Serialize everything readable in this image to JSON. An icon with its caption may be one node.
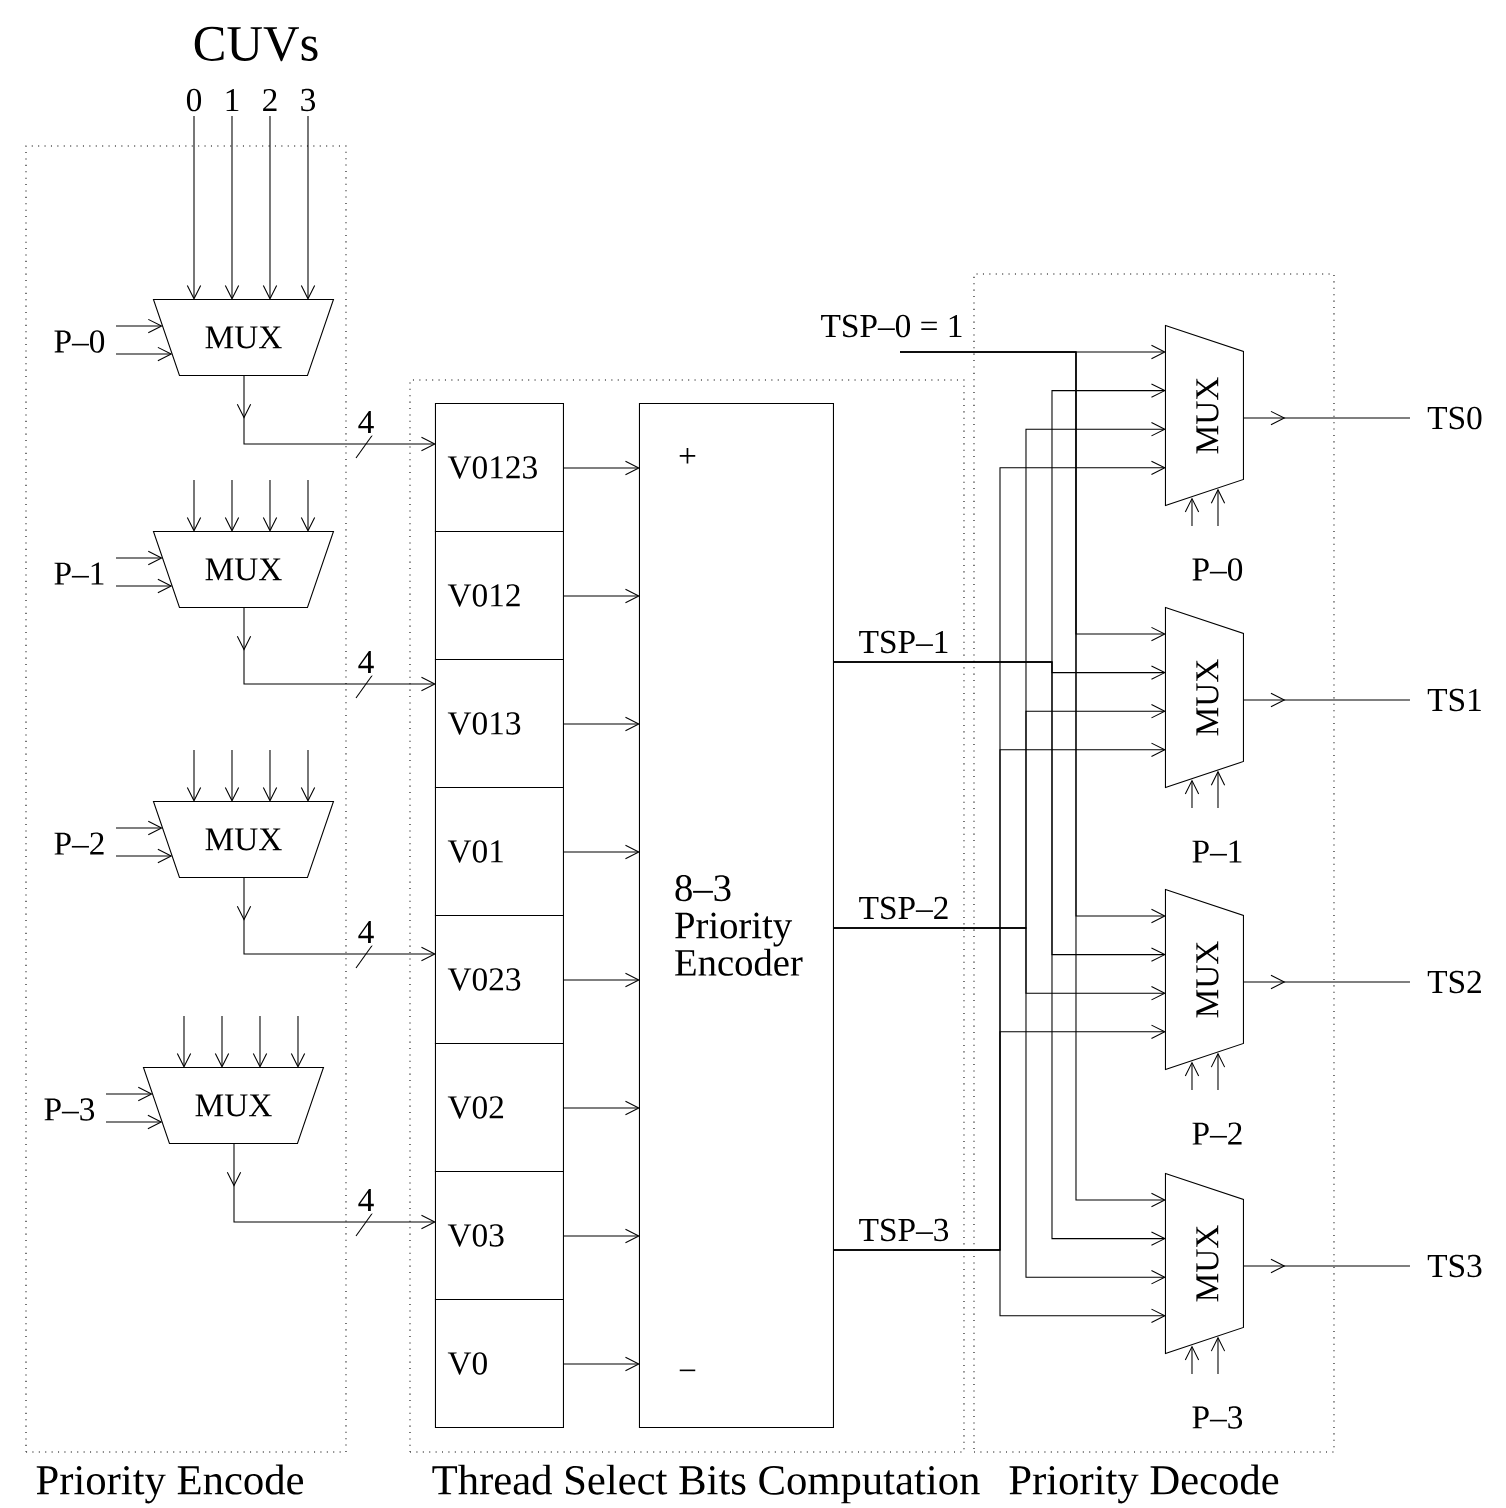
{
  "diagram": {
    "nodes": [
      {
        "text": [
          "Priority Encode"
        ]
      },
      {
        "text": [
          "Thread Select Bits Computation"
        ]
      },
      {
        "text": [
          "Priority Decode"
        ]
      },
      {
        "text": [
          "MUX"
        ],
        "in": 0
      },
      {
        "text": [
          "MUX"
        ],
        "in": 0
      },
      {
        "text": [
          "MUX"
        ],
        "in": 0
      },
      {
        "text": [
          "MUX"
        ],
        "in": 0
      },
      {
        "text": [
          "P–0"
        ],
        "in": 0
      },
      {
        "text": [
          "P–1"
        ],
        "in": 0
      },
      {
        "text": [
          "P–2"
        ],
        "in": 0
      },
      {
        "text": [
          "P–3"
        ],
        "in": 0
      },
      {
        "text": [
          "0"
        ]
      },
      {
        "text": [
          "1"
        ]
      },
      {
        "text": [
          "2"
        ]
      },
      {
        "text": [
          "3"
        ]
      },
      {
        "text": [
          "V0123"
        ],
        "in": 1
      },
      {
        "text": [
          "V012"
        ],
        "in": 1
      },
      {
        "text": [
          "V013"
        ],
        "in": 1
      },
      {
        "text": [
          "V01"
        ],
        "in": 1
      },
      {
        "text": [
          "V023"
        ],
        "in": 1
      },
      {
        "text": [
          "V02"
        ],
        "in": 1
      },
      {
        "text": [
          "V03"
        ],
        "in": 1
      },
      {
        "text": [
          "V0"
        ],
        "in": 1
      },
      {
        "text": [
          "+",
          "8–3 Priority Encoder",
          "−"
        ],
        "in": 1
      },
      {
        "text": [
          "TSP–0 = 1"
        ]
      },
      {
        "text": [
          "MUX"
        ],
        "in": 2
      },
      {
        "text": [
          "MUX"
        ],
        "in": 2
      },
      {
        "text": [
          "MUX"
        ],
        "in": 2
      },
      {
        "text": [
          "MUX"
        ],
        "in": 2
      },
      {
        "text": [
          "P–0"
        ],
        "in": 2
      },
      {
        "text": [
          "P–1"
        ],
        "in": 2
      },
      {
        "text": [
          "P–2"
        ],
        "in": 2
      },
      {
        "text": [
          "P–3"
        ],
        "in": 2
      },
      {
        "text": [
          "TS0"
        ]
      },
      {
        "text": [
          "TS1"
        ]
      },
      {
        "text": [
          "TS2"
        ]
      },
      {
        "text": [
          "TS3"
        ]
      }
    ],
    "edges": [
      {
        "from": 11,
        "to": 3,
        "arrow": "to"
      },
      {
        "from": 12,
        "to": 3,
        "arrow": "to"
      },
      {
        "from": 13,
        "to": 3,
        "arrow": "to"
      },
      {
        "from": 14,
        "to": 3,
        "arrow": "to"
      },
      {
        "from": null,
        "to": 4,
        "arrow": "to"
      },
      {
        "from": null,
        "to": 4,
        "arrow": "to"
      },
      {
        "from": null,
        "to": 4,
        "arrow": "to"
      },
      {
        "from": null,
        "to": 4,
        "arrow": "to"
      },
      {
        "from": null,
        "to": 5,
        "arrow": "to"
      },
      {
        "from": null,
        "to": 5,
        "arrow": "to"
      },
      {
        "from": null,
        "to": 5,
        "arrow": "to"
      },
      {
        "from": null,
        "to": 5,
        "arrow": "to"
      },
      {
        "from": null,
        "to": 6,
        "arrow": "to"
      },
      {
        "from": null,
        "to": 6,
        "arrow": "to"
      },
      {
        "from": null,
        "to": 6,
        "arrow": "to"
      },
      {
        "from": null,
        "to": 6,
        "arrow": "to"
      },
      {
        "from": 7,
        "to": 3,
        "arrow": "to"
      },
      {
        "from": 7,
        "to": 3,
        "arrow": "to"
      },
      {
        "from": 8,
        "to": 4,
        "arrow": "to"
      },
      {
        "from": 8,
        "to": 4,
        "arrow": "to"
      },
      {
        "from": 9,
        "to": 5,
        "arrow": "to"
      },
      {
        "from": 9,
        "to": 5,
        "arrow": "to"
      },
      {
        "from": 10,
        "to": 6,
        "arrow": "to"
      },
      {
        "from": 10,
        "to": 6,
        "arrow": "to"
      },
      {
        "from": 3,
        "to": 15,
        "arrow": "to",
        "label": "4"
      },
      {
        "from": 4,
        "to": 17,
        "arrow": "to",
        "label": "4"
      },
      {
        "from": 5,
        "to": 19,
        "arrow": "to",
        "label": "4"
      },
      {
        "from": 6,
        "to": 21,
        "arrow": "to",
        "label": "4"
      },
      {
        "from": 15,
        "to": 23,
        "arrow": "to"
      },
      {
        "from": 16,
        "to": 23,
        "arrow": "to"
      },
      {
        "from": 17,
        "to": 23,
        "arrow": "to"
      },
      {
        "from": 18,
        "to": 23,
        "arrow": "to"
      },
      {
        "from": 19,
        "to": 23,
        "arrow": "to"
      },
      {
        "from": 20,
        "to": 23,
        "arrow": "to"
      },
      {
        "from": 21,
        "to": 23,
        "arrow": "to"
      },
      {
        "from": 22,
        "to": 23,
        "arrow": "to"
      },
      {
        "from": 24,
        "to": 25,
        "arrow": "to"
      },
      {
        "from": 24,
        "to": 26,
        "arrow": "to"
      },
      {
        "from": 24,
        "to": 27,
        "arrow": "to"
      },
      {
        "from": 24,
        "to": 28,
        "arrow": "to"
      },
      {
        "from": 23,
        "to": 25,
        "arrow": "to",
        "label": "TSP–1"
      },
      {
        "from": 23,
        "to": 26,
        "arrow": "to"
      },
      {
        "from": 23,
        "to": 27,
        "arrow": "to"
      },
      {
        "from": 23,
        "to": 28,
        "arrow": "to"
      },
      {
        "from": 23,
        "to": 25,
        "arrow": "to",
        "label": "TSP–2"
      },
      {
        "from": 23,
        "to": 26,
        "arrow": "to"
      },
      {
        "from": 23,
        "to": 27,
        "arrow": "to"
      },
      {
        "from": 23,
        "to": 28,
        "arrow": "to"
      },
      {
        "from": 23,
        "to": 25,
        "arrow": "to",
        "label": "TSP–3"
      },
      {
        "from": 23,
        "to": 26,
        "arrow": "to"
      },
      {
        "from": 23,
        "to": 27,
        "arrow": "to"
      },
      {
        "from": 23,
        "to": 28,
        "arrow": "to"
      },
      {
        "from": 29,
        "to": 25,
        "arrow": "to"
      },
      {
        "from": 29,
        "to": 25,
        "arrow": "to"
      },
      {
        "from": 30,
        "to": 26,
        "arrow": "to"
      },
      {
        "from": 30,
        "to": 26,
        "arrow": "to"
      },
      {
        "from": 31,
        "to": 27,
        "arrow": "to"
      },
      {
        "from": 31,
        "to": 27,
        "arrow": "to"
      },
      {
        "from": 32,
        "to": 28,
        "arrow": "to"
      },
      {
        "from": 32,
        "to": 28,
        "arrow": "to"
      },
      {
        "from": 25,
        "to": 33,
        "arrow": "to"
      },
      {
        "from": 26,
        "to": 34,
        "arrow": "to"
      },
      {
        "from": 27,
        "to": 35,
        "arrow": "to"
      },
      {
        "from": 28,
        "to": 36,
        "arrow": "to"
      }
    ],
    "labels": [
      "CUVs"
    ]
  }
}
